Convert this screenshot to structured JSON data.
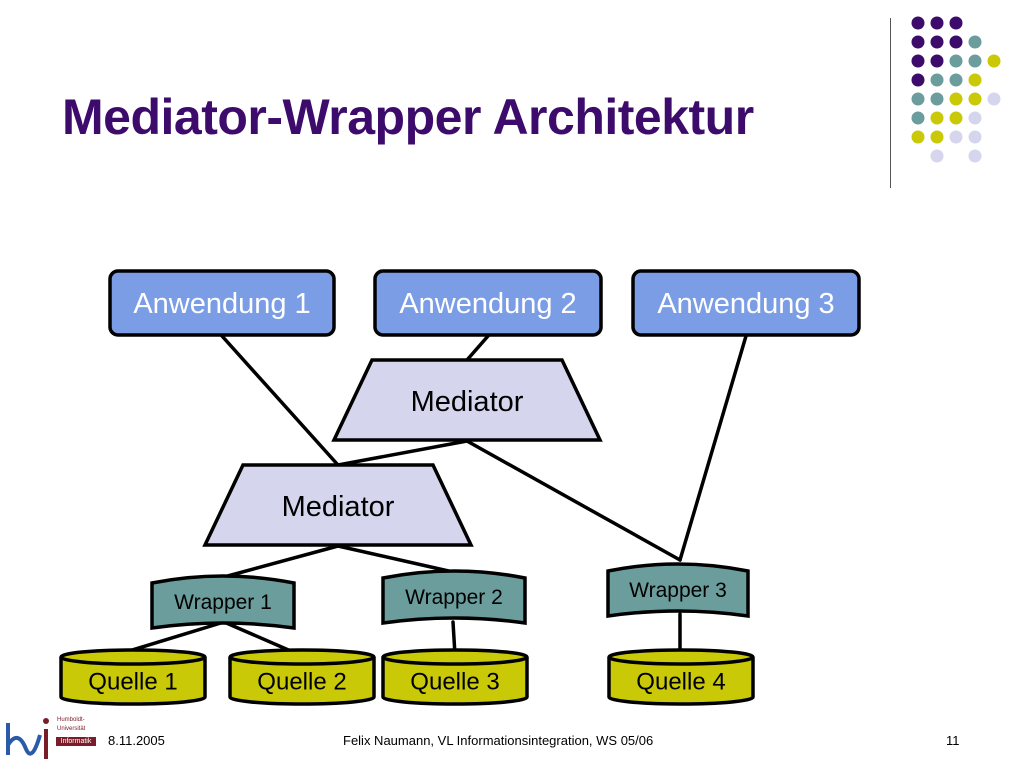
{
  "slide": {
    "title": "Mediator-Wrapper Architektur"
  },
  "colors": {
    "title": "#3d0b6b",
    "application_fill": "#7b9de5",
    "mediator_fill": "#d5d6ee",
    "wrapper_fill": "#6b9d9d",
    "source_fill": "#c9c908",
    "dot_purple": "#3d0b6b",
    "dot_teal": "#6b9d9d",
    "dot_yellow": "#c9c908",
    "dot_lavender": "#d5d6ee"
  },
  "diagram": {
    "applications": [
      {
        "id": "app1",
        "label": "Anwendung 1"
      },
      {
        "id": "app2",
        "label": "Anwendung 2"
      },
      {
        "id": "app3",
        "label": "Anwendung 3"
      }
    ],
    "mediators": [
      {
        "id": "med_top",
        "label": "Mediator"
      },
      {
        "id": "med_bottom",
        "label": "Mediator"
      }
    ],
    "wrappers": [
      {
        "id": "w1",
        "label": "Wrapper 1"
      },
      {
        "id": "w2",
        "label": "Wrapper 2"
      },
      {
        "id": "w3",
        "label": "Wrapper 3"
      }
    ],
    "sources": [
      {
        "id": "q1",
        "label": "Quelle 1"
      },
      {
        "id": "q2",
        "label": "Quelle 2"
      },
      {
        "id": "q3",
        "label": "Quelle 3"
      },
      {
        "id": "q4",
        "label": "Quelle 4"
      }
    ],
    "connections": [
      [
        "app1",
        "med_bottom"
      ],
      [
        "app2",
        "med_top"
      ],
      [
        "app3",
        "w3"
      ],
      [
        "med_top",
        "med_bottom"
      ],
      [
        "med_top",
        "w3"
      ],
      [
        "med_bottom",
        "w1"
      ],
      [
        "med_bottom",
        "w2"
      ],
      [
        "w1",
        "q1"
      ],
      [
        "w1",
        "q2"
      ],
      [
        "w2",
        "q3"
      ],
      [
        "w3",
        "q4"
      ]
    ]
  },
  "footer": {
    "date": "8.11.2005",
    "center": "Felix Naumann, VL Informationsintegration, WS 05/06",
    "page": "11",
    "logo_line1": "Humboldt-",
    "logo_line2": "Universität",
    "logo_box": "Informatik"
  }
}
